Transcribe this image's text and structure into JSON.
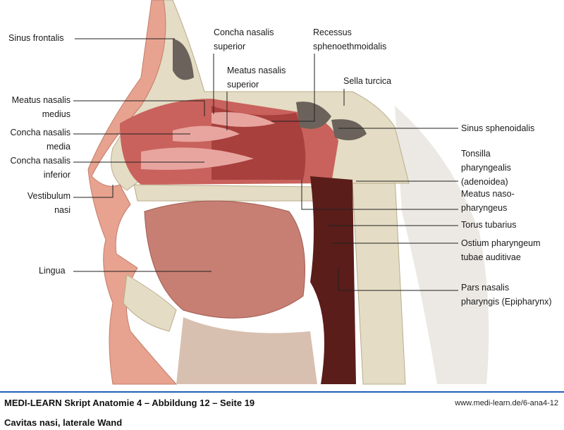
{
  "labels": {
    "sinus_frontalis": "Sinus frontalis",
    "concha_sup_1": "Concha nasalis",
    "concha_sup_2": "superior",
    "recessus_1": "Recessus",
    "recessus_2": "sphenoethmoidalis",
    "meatus_sup_1": "Meatus nasalis",
    "meatus_sup_2": "superior",
    "sella": "Sella turcica",
    "meatus_med_1": "Meatus nasalis",
    "meatus_med_2": "medius",
    "concha_med_1": "Concha nasalis",
    "concha_med_2": "media",
    "concha_inf_1": "Concha nasalis",
    "concha_inf_2": "inferior",
    "sinus_sphen": "Sinus sphenoidalis",
    "tonsilla_1": "Tonsilla",
    "tonsilla_2": "pharyngealis",
    "tonsilla_3": "(adenoidea)",
    "vestibulum_1": "Vestibulum",
    "vestibulum_2": "nasi",
    "meatus_naso_1": "Meatus naso-",
    "meatus_naso_2": "pharyngeus",
    "torus": "Torus tubarius",
    "ostium_1": "Ostium pharyngeum",
    "ostium_2": "tubae auditivae",
    "lingua": "Lingua",
    "pars_1": "Pars nasalis",
    "pars_2": "pharyngis (Epipharynx)"
  },
  "footer": {
    "title": "MEDI-LEARN Skript Anatomie 4 – Abbildung 12 – Seite 19",
    "url": "www.medi-learn.de/6-ana4-12",
    "caption": "Cavitas nasi, laterale Wand"
  },
  "colors": {
    "accent": "#2060b8",
    "mucosa": "#d98b83",
    "bone": "#e4dcc4",
    "cavity": "#5a1d1a"
  }
}
